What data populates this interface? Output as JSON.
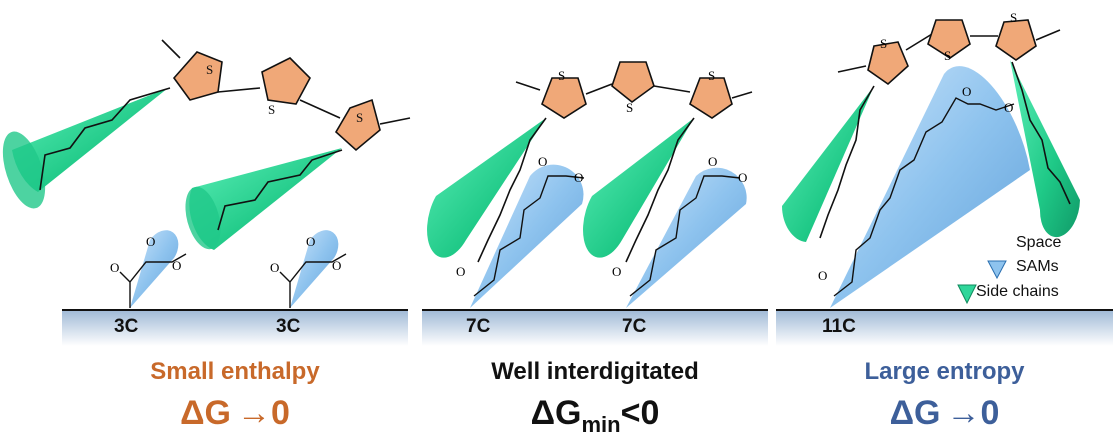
{
  "colors": {
    "thiophene": "#f0a878",
    "side_chain_cone": "#2fd69a",
    "sam_cone": "#8ec3ee",
    "substrate": "#b7cce3",
    "enthalpy_text": "#c8692a",
    "neutral_text": "#111111",
    "entropy_text": "#3d5f9a"
  },
  "atoms": {
    "sulfur": "S",
    "oxygen": "O"
  },
  "panels": [
    {
      "carbon_labels": [
        "3C",
        "3C"
      ],
      "title": "Small enthalpy",
      "dg_symbol": "ΔG",
      "dg_subscript": "",
      "dg_relation": "→0"
    },
    {
      "carbon_labels": [
        "7C",
        "7C"
      ],
      "title": "Well interdigitated",
      "dg_symbol": "ΔG",
      "dg_subscript": "min",
      "dg_relation": "<0"
    },
    {
      "carbon_labels": [
        "11C"
      ],
      "title": "Large entropy",
      "dg_symbol": "ΔG",
      "dg_subscript": "",
      "dg_relation": "→0"
    }
  ],
  "legend": {
    "title": "Space",
    "items": [
      {
        "label": "SAMs",
        "icon": "blue-triangle"
      },
      {
        "label": "Side chains",
        "icon": "green-triangle"
      }
    ]
  }
}
